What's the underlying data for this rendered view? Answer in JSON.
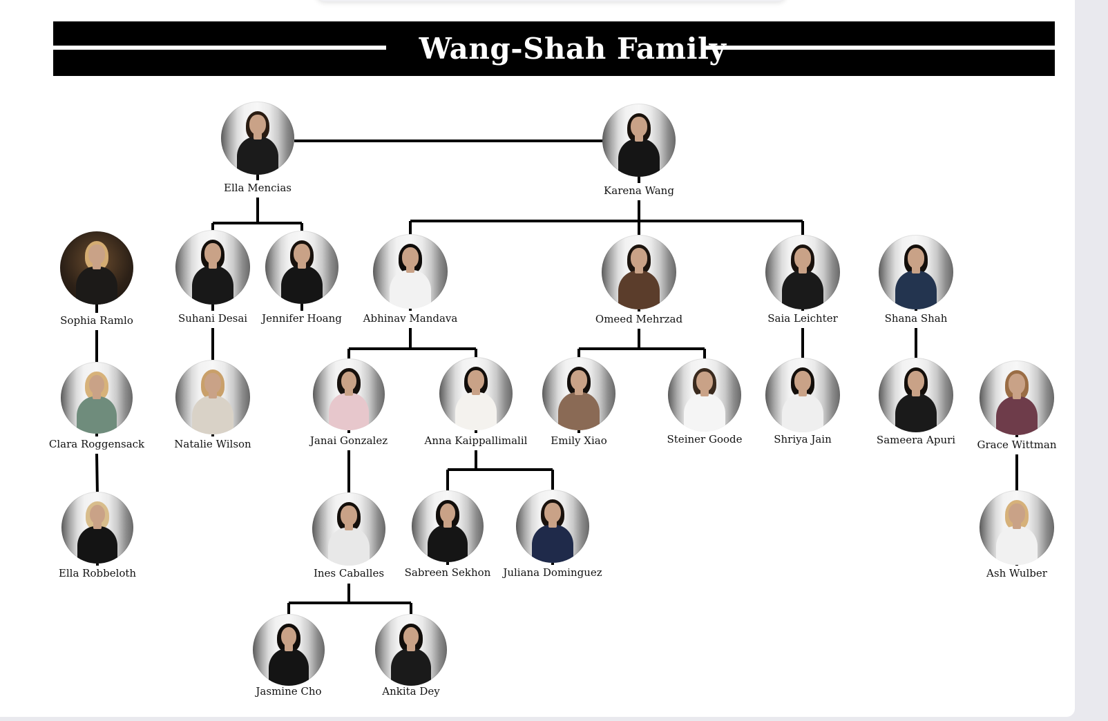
{
  "title": "Wang-Shah Family",
  "colors": {
    "banner": "#000000",
    "lines": "#000000",
    "text": "#111111",
    "page": "#ffffff"
  },
  "members": [
    {
      "id": "ella-mencias",
      "name": "Ella Mencias",
      "body": "#1b1b1b",
      "hair": "#2a1c12"
    },
    {
      "id": "karena-wang",
      "name": "Karena Wang",
      "body": "#151515",
      "hair": "#1a120c"
    },
    {
      "id": "sophia-ramlo",
      "name": "Sophia Ramlo",
      "body": "#1c1a18",
      "hair": "#d4ac72",
      "photo": "dark"
    },
    {
      "id": "suhani-desai",
      "name": "Suhani Desai",
      "body": "#181818",
      "hair": "#140f0b"
    },
    {
      "id": "jennifer-hoang",
      "name": "Jennifer Hoang",
      "body": "#151515",
      "hair": "#18110c"
    },
    {
      "id": "abhinav-mandava",
      "name": "Abhinav Mandava",
      "body": "#f2f2f2",
      "hair": "#0f0c0a"
    },
    {
      "id": "omeed-mehrzad",
      "name": "Omeed Mehrzad",
      "body": "#5b3d2b",
      "hair": "#1d150f"
    },
    {
      "id": "saia-leichter",
      "name": "Saia Leichter",
      "body": "#1a1a1a",
      "hair": "#1a120d"
    },
    {
      "id": "shana-shah",
      "name": "Shana Shah",
      "body": "#23344f",
      "hair": "#140f0b"
    },
    {
      "id": "clara-roggensack",
      "name": "Clara Roggensack",
      "body": "#6f8c7c",
      "hair": "#d7b27a"
    },
    {
      "id": "natalie-wilson",
      "name": "Natalie Wilson",
      "body": "#d9d2c7",
      "hair": "#c9a06a"
    },
    {
      "id": "janai-gonzalez",
      "name": "Janai Gonzalez",
      "body": "#e7c7cc",
      "hair": "#17110d"
    },
    {
      "id": "anna-kaippallimalil",
      "name": "Anna Kaippallimalil",
      "body": "#f4f2ee",
      "hair": "#120e0b"
    },
    {
      "id": "emily-xiao",
      "name": "Emily Xiao",
      "body": "#8a6a55",
      "hair": "#140f0c"
    },
    {
      "id": "steiner-goode",
      "name": "Steiner Goode",
      "body": "#f5f5f5",
      "hair": "#3a2a1e"
    },
    {
      "id": "shriya-jain",
      "name": "Shriya Jain",
      "body": "#efefef",
      "hair": "#140f0b"
    },
    {
      "id": "sameera-apuri",
      "name": "Sameera Apuri",
      "body": "#1a1a1a",
      "hair": "#140f0b"
    },
    {
      "id": "grace-wittman",
      "name": "Grace Wittman",
      "body": "#6e3c4a",
      "hair": "#9a6d45"
    },
    {
      "id": "ella-robbeloth",
      "name": "Ella Robbeloth",
      "body": "#141414",
      "hair": "#d8bd8c"
    },
    {
      "id": "ines-caballes",
      "name": "Ines Caballes",
      "body": "#e8e8e8",
      "hair": "#140f0b"
    },
    {
      "id": "sabreen-sekhon",
      "name": "Sabreen Sekhon",
      "body": "#151515",
      "hair": "#120e0b"
    },
    {
      "id": "juliana-dominguez",
      "name": "Juliana Dominguez",
      "body": "#1f2a4a",
      "hair": "#1a120d"
    },
    {
      "id": "ash-wulber",
      "name": "Ash Wulber",
      "body": "#f1f1f1",
      "hair": "#d6b17a"
    },
    {
      "id": "jasmine-cho",
      "name": "Jasmine Cho",
      "body": "#141414",
      "hair": "#110d0a"
    },
    {
      "id": "ankita-dey",
      "name": "Ankita Dey",
      "body": "#1a1a1a",
      "hair": "#110d0a"
    }
  ]
}
